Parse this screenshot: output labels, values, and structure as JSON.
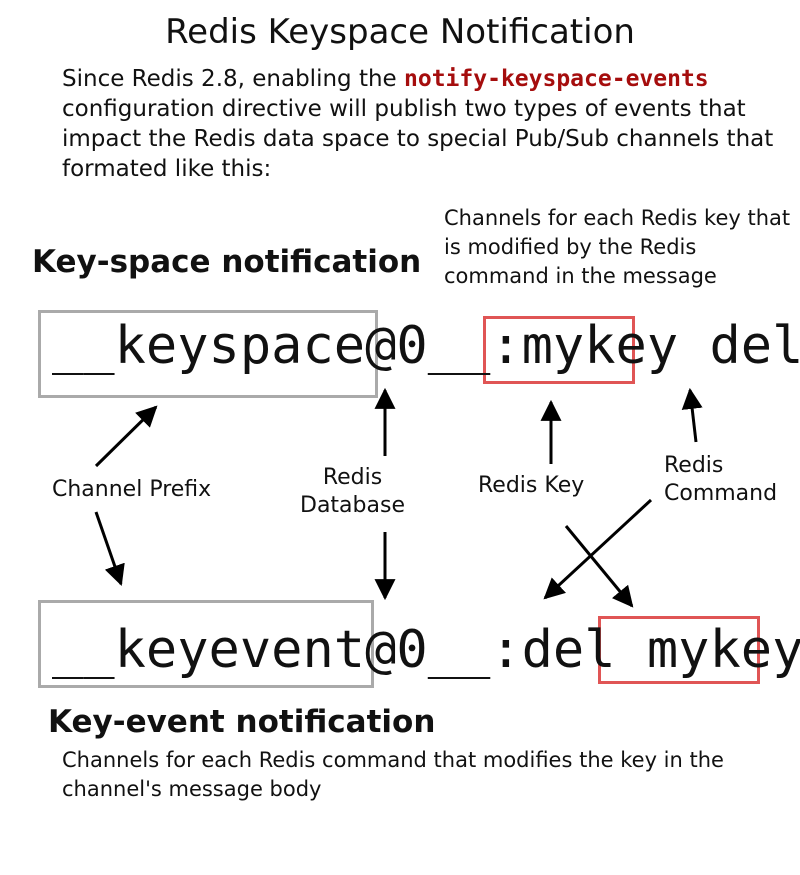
{
  "title": "Redis Keyspace Notification",
  "intro": {
    "before": "Since Redis 2.8, enabling the ",
    "directive": "notify-keyspace-events",
    "after": " configuration directive will publish two types of events that impact the Redis data space to special Pub/Sub channels that formated like this:"
  },
  "keyspace": {
    "heading": "Key-space notification",
    "note": "Channels for each Redis key that is modified by the Redis command in the message",
    "prefix": "__keyspace@",
    "db": "0",
    "suffix": "__:",
    "key": "mykey",
    "command": " del"
  },
  "keyevent": {
    "heading": "Key-event notification",
    "note": "Channels for each Redis command that modifies the key in the channel's message body",
    "prefix": "__keyevent@",
    "db": "0",
    "suffix": "__:",
    "command": "del ",
    "key": "mykey"
  },
  "labels": {
    "channel_prefix": "Channel Prefix",
    "redis_database_1": "Redis",
    "redis_database_2": "Database",
    "redis_key": "Redis Key",
    "redis_command_1": "Redis",
    "redis_command_2": "Command"
  },
  "colors": {
    "directive": "#a50d0d",
    "key_box": "#e05555",
    "prefix_box": "#aaaaaa",
    "arrow": "#000000"
  }
}
